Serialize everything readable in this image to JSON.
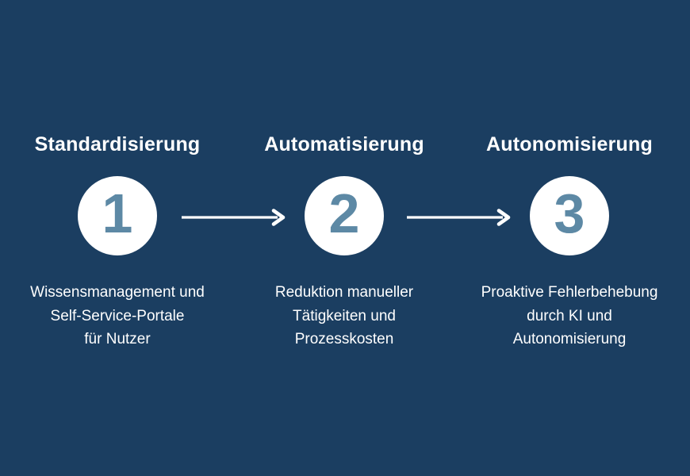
{
  "diagram": {
    "type": "process-flow",
    "steps": [
      {
        "number": "1",
        "title": "Standardisierung",
        "description": "Wissensmanagement und\nSelf-Service-Portale\nfür Nutzer"
      },
      {
        "number": "2",
        "title": "Automatisierung",
        "description": "Reduktion manueller\nTätigkeiten und\nProzesskosten"
      },
      {
        "number": "3",
        "title": "Autonomisierung",
        "description": "Proaktive Fehlerbehebung\ndurch KI und\nAutonomisierung"
      }
    ]
  },
  "colors": {
    "background": "#1B3E61",
    "circle_fill": "#FFFFFF",
    "number_text": "#5D89A5",
    "arrow": "#FFFFFF",
    "text": "#FFFFFF"
  }
}
